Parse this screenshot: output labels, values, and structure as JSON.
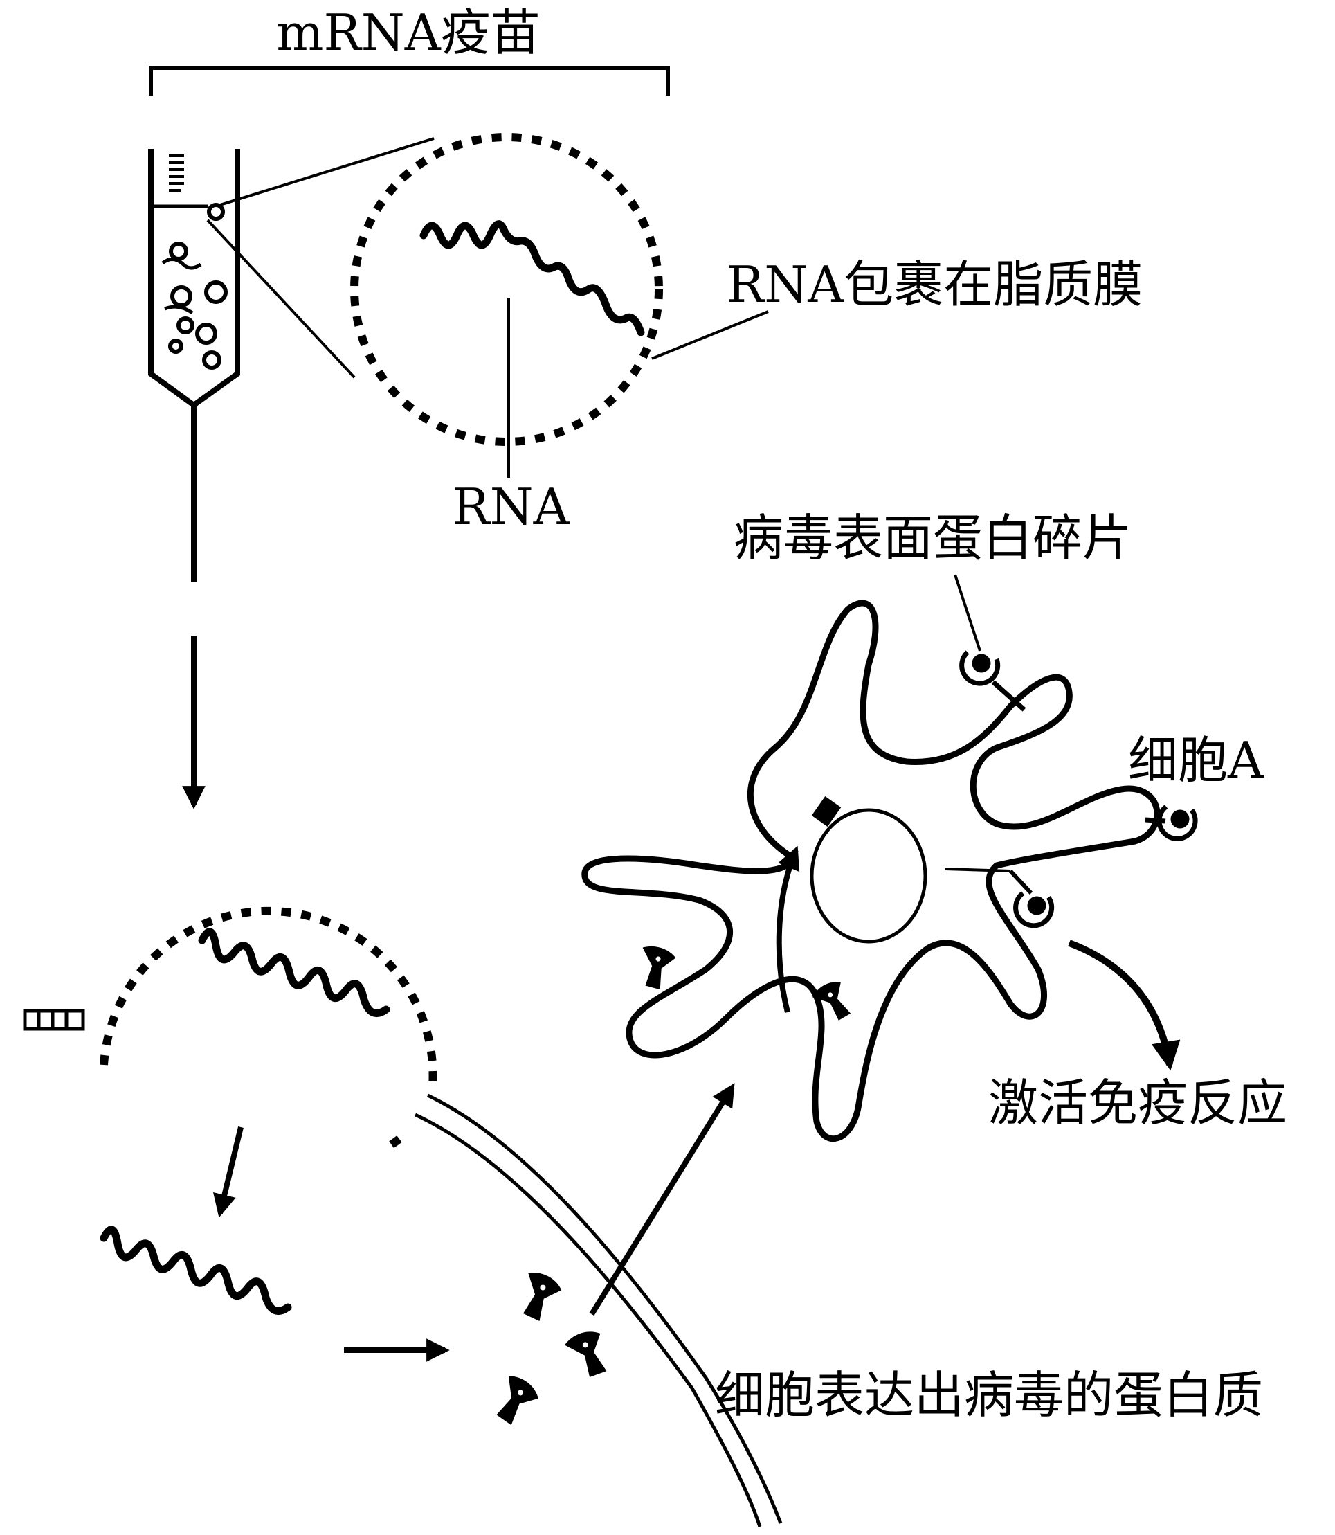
{
  "labels": {
    "vaccine": "mRNA疫苗",
    "lipid_membrane": "RNA包裹在脂质膜",
    "rna": "RNA",
    "protein_fragment": "病毒表面蛋白碎片",
    "cell_a": "细胞A",
    "immune_response": "激活免疫反应",
    "protein_expression": "细胞表达出病毒的蛋白质"
  },
  "colors": {
    "ink": "#000000",
    "background": "#ffffff"
  },
  "icons": [
    "syringe-icon",
    "lipid-nanoparticle",
    "rna-strand",
    "viral-protein",
    "dendritic-cell",
    "receptor-icon",
    "arrow"
  ]
}
